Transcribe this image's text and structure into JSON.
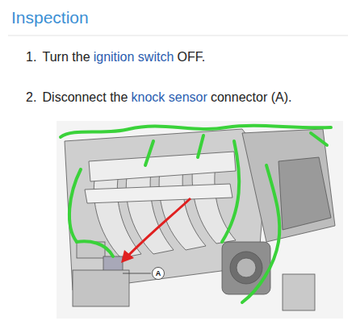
{
  "diagram": {
    "title": "Inspection",
    "nodes": [
      {
        "text": [
          "A"
        ]
      }
    ],
    "labels": [
      "1.",
      "Turn the",
      "ignition switch",
      "OFF.",
      "2.",
      "Disconnect the",
      "knock sensor",
      "connector (A)."
    ]
  }
}
